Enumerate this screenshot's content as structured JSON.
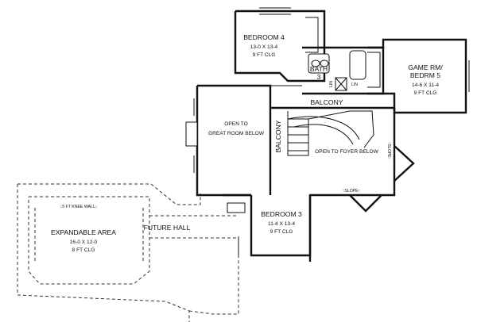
{
  "bedroom4": {
    "name": "BEDROOM 4",
    "dims": "13-0 X 13-4",
    "ceiling": "9 FT CLG"
  },
  "bath3": {
    "line1": "BATH",
    "line2": "3",
    "lin1": "LIN",
    "lin2": "LIN"
  },
  "game_room": {
    "line1": "GAME RM/",
    "line2": "BEDRM 5",
    "dims": "14-6 X 11-4",
    "ceiling": "9 FT CLG"
  },
  "balcony_top": "BALCONY",
  "balcony_side": "BALCONY",
  "great_room": {
    "line1": "OPEN TO",
    "line2": "GREAT ROOM BELOW"
  },
  "foyer": "OPEN TO FOYER BELOW",
  "slope_right": "↑SLOPE↑",
  "slope_bottom": "↑SLOPE↑",
  "bedroom3": {
    "name": "BEDROOM 3",
    "dims": "11-4 X 13-4",
    "ceiling": "9 FT CLG"
  },
  "future_hall": "FUTURE HALL",
  "knee_wall": "↓5 FT KNEE WALL↓",
  "expandable": {
    "name": "EXPANDABLE AREA",
    "dims": "16-0 X 12-0",
    "ceiling": "8 FT CLG"
  }
}
